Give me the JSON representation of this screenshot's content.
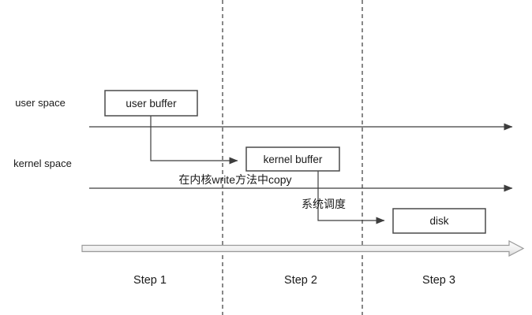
{
  "diagram": {
    "labels": {
      "user_space": "user space",
      "kernel_space": "kernel space"
    },
    "boxes": {
      "user_buffer": "user buffer",
      "kernel_buffer": "kernel buffer",
      "disk": "disk"
    },
    "annotations": {
      "copy_note": "在内核write方法中copy",
      "syscall_note": "系统调度"
    },
    "steps": [
      {
        "label": "Step 1"
      },
      {
        "label": "Step 2"
      },
      {
        "label": "Step 3"
      }
    ],
    "colors": {
      "line": "#3d3d3d",
      "box_border": "#4a4a4a",
      "box_fill": "#ffffff",
      "dashed_divider": "#555555",
      "timeline_fill_top": "#fdfdfd",
      "timeline_fill_bottom": "#d6d6d6",
      "timeline_stroke": "#9a9a9a",
      "text": "#1a1a1a",
      "background": "#ffffff"
    }
  }
}
